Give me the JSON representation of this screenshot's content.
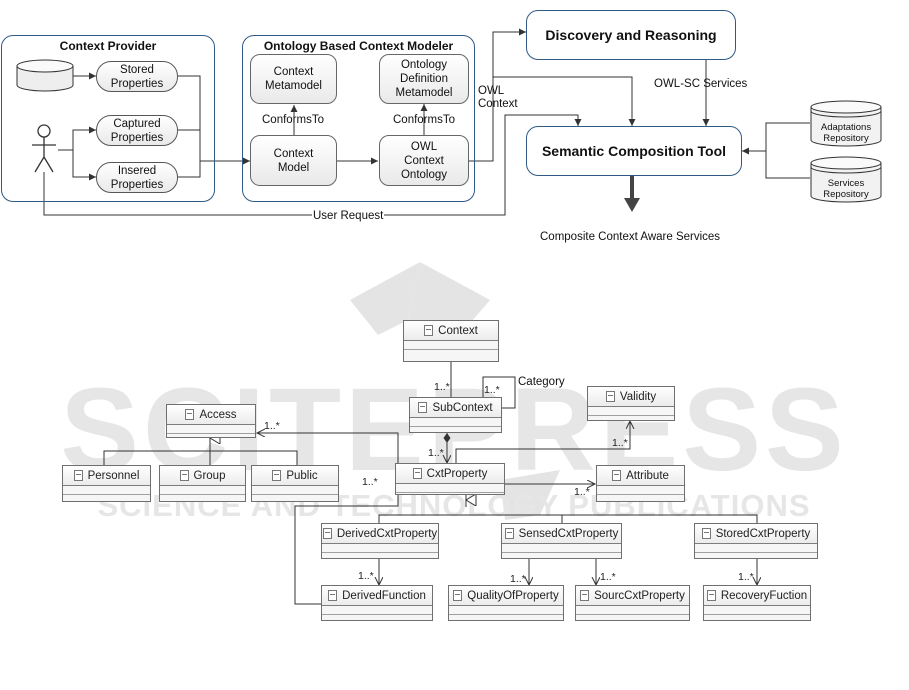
{
  "watermark": {
    "brand": "SCITEPRESS",
    "tagline": "SCIENCE AND TECHNOLOGY PUBLICATIONS"
  },
  "top": {
    "context_provider": {
      "title": "Context Provider",
      "stored": "Stored\nProperties",
      "captured": "Captured\nProperties",
      "insered": "Insered\nProperties"
    },
    "ontology_modeler": {
      "title": "Ontology Based Context Modeler",
      "context_metamodel": "Context\nMetamodel",
      "ontology_def_metamodel": "Ontology\nDefinition\nMetamodel",
      "context_model": "Context\nModel",
      "owl_context_ontology": "OWL\nContext\nOntology",
      "conforms_to_left": "ConformsTo",
      "conforms_to_right": "ConformsTo"
    },
    "discovery_reasoning": "Discovery and Reasoning",
    "semantic_composition_tool": "Semantic Composition Tool",
    "owl_context_label": "OWL\nContext",
    "owl_sc_services_label": "OWL-SC Services",
    "adaptations_repository": "Adaptations\nRepository",
    "services_repository": "Services\nRepository",
    "user_request": "User Request",
    "composite_services": "Composite Context Aware Services"
  },
  "uml": {
    "classes": {
      "context": "Context",
      "subcontext": "SubContext",
      "validity": "Validity",
      "access": "Access",
      "personnel": "Personnel",
      "group": "Group",
      "public": "Public",
      "cxtproperty": "CxtProperty",
      "attribute": "Attribute",
      "derivedcxtproperty": "DerivedCxtProperty",
      "sensedcxtproperty": "SensedCxtProperty",
      "storedcxtproperty": "StoredCxtProperty",
      "derivedfunction": "DerivedFunction",
      "qualityofproperty": "QualityOfProperty",
      "sourccxtproperty": "SourcCxtProperty",
      "recoveryfuction": "RecoveryFuction"
    },
    "labels": {
      "category": "Category",
      "m_context_sub": "1..*",
      "m_category": "1..*",
      "m_sub_cxt": "1..*",
      "m_validity": "1..*",
      "m_access": "1..*",
      "m_cxt_left": "1..*",
      "m_attribute": "1..*",
      "m_derivedfn": "1..*",
      "m_quality": "1..*",
      "m_sourc": "1..*",
      "m_recovery": "1..*"
    }
  }
}
